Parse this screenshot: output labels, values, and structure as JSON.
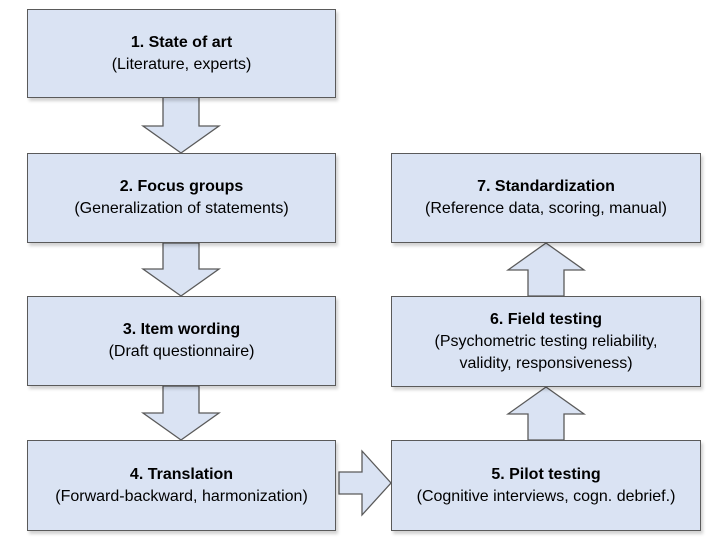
{
  "steps": [
    {
      "number": "1.",
      "title": "State of art",
      "subtitle": "(Literature, experts)"
    },
    {
      "number": "2.",
      "title": "Focus groups",
      "subtitle": "(Generalization of statements)"
    },
    {
      "number": "3.",
      "title": "Item wording",
      "subtitle": "(Draft questionnaire)"
    },
    {
      "number": "4.",
      "title": "Translation",
      "subtitle": "(Forward-backward, harmonization)"
    },
    {
      "number": "5.",
      "title": "Pilot testing",
      "subtitle": "(Cognitive interviews, cogn. debrief.)"
    },
    {
      "number": "6.",
      "title": "Field testing",
      "subtitle": "(Psychometric testing reliability,",
      "subtitle2": "validity, responsiveness)"
    },
    {
      "number": "7.",
      "title": "Standardization",
      "subtitle": "(Reference data, scoring, manual)"
    }
  ],
  "colors": {
    "box_fill": "#dae3f3",
    "border": "#5a5a5a"
  }
}
